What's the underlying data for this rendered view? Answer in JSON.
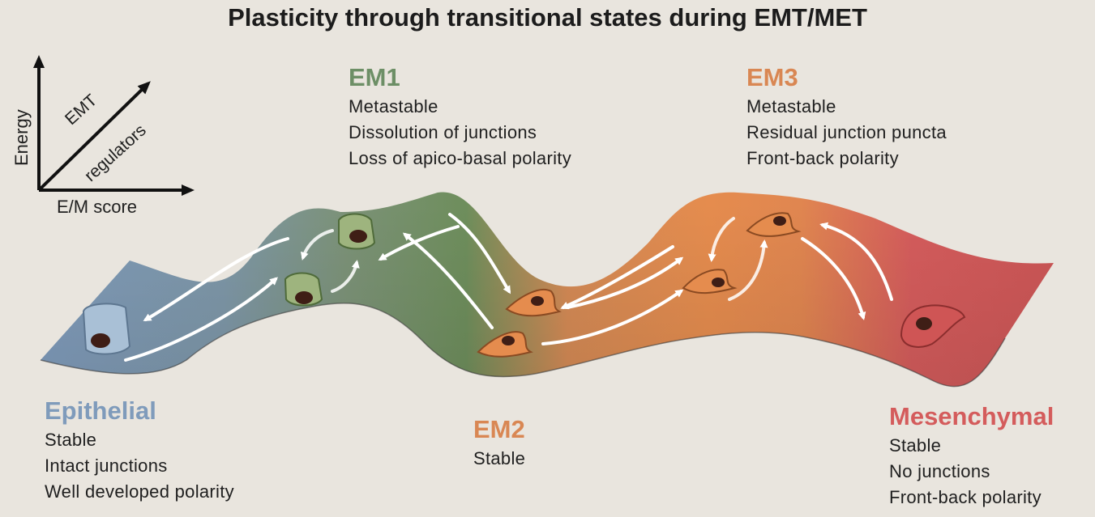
{
  "title": "Plasticity through transitional states during EMT/MET",
  "axes": {
    "y_label": "Energy",
    "x_label": "E/M score",
    "diag_label_1": "EMT",
    "diag_label_2": "regulators"
  },
  "states": {
    "em1": {
      "name": "EM1",
      "lines": [
        "Metastable",
        "Dissolution of junctions",
        "Loss of apico-basal polarity"
      ],
      "color": "#6d8f66"
    },
    "em3": {
      "name": "EM3",
      "lines": [
        "Metastable",
        "Residual junction puncta",
        "Front-back polarity"
      ],
      "color": "#d98753"
    },
    "epithelial": {
      "name": "Epithelial",
      "lines": [
        "Stable",
        "Intact junctions",
        "Well developed polarity"
      ],
      "color": "#7f9bbb"
    },
    "em2": {
      "name": "EM2",
      "lines": [
        "Stable"
      ],
      "color": "#d98753"
    },
    "mesenchymal": {
      "name": "Mesenchymal",
      "lines": [
        "Stable",
        "No junctions",
        "Front-back polarity"
      ],
      "color": "#d45c5c"
    }
  },
  "colors": {
    "epithelial": "#7f9bbb",
    "em1": "#6d8f66",
    "em2": "#d98753",
    "em3": "#d98753",
    "mesenchymal": "#d45c5c"
  }
}
